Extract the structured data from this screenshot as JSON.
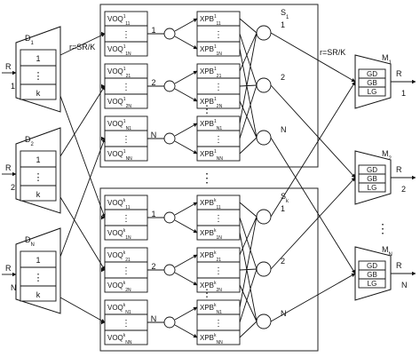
{
  "rate_label_in": "r=SR/K",
  "rate_label_out": "r=SR/K",
  "vdots": "⋮",
  "hdots": "⋯",
  "inputs": [
    {
      "name_main": "D",
      "name_sub": "1",
      "rate": "R",
      "port": "1",
      "slots": [
        "1",
        "⋮",
        "k"
      ]
    },
    {
      "name_main": "D",
      "name_sub": "2",
      "rate": "R",
      "port": "2",
      "slots": [
        "1",
        "⋮",
        "k"
      ]
    },
    {
      "name_main": "D",
      "name_sub": "N",
      "rate": "R",
      "port": "N",
      "slots": [
        "1",
        "⋮",
        "k"
      ]
    }
  ],
  "planes": [
    {
      "name_main": "S",
      "name_sub": "1",
      "groups": [
        {
          "port": "1",
          "voq_top": [
            "VOQ",
            "1",
            "11"
          ],
          "voq_bot": [
            "VOQ",
            "1",
            "1N"
          ],
          "xpb_top": [
            "XPB",
            "1",
            "11"
          ],
          "xpb_bot": [
            "XPB",
            "1",
            "1N"
          ]
        },
        {
          "port": "2",
          "voq_top": [
            "VOQ",
            "1",
            "21"
          ],
          "voq_bot": [
            "VOQ",
            "1",
            "2N"
          ],
          "xpb_top": [
            "XPB",
            "1",
            "21"
          ],
          "xpb_bot": [
            "XPB",
            "1",
            "2N"
          ]
        },
        {
          "port": "N",
          "voq_top": [
            "VOQ",
            "1",
            "N1"
          ],
          "voq_bot": [
            "VOQ",
            "1",
            "NN"
          ],
          "xpb_top": [
            "XPB",
            "1",
            "N1"
          ],
          "xpb_bot": [
            "XPB",
            "1",
            "NN"
          ]
        }
      ],
      "out_ports": [
        "1",
        "2",
        "N"
      ]
    },
    {
      "name_main": "S",
      "name_sub": "k",
      "groups": [
        {
          "port": "1",
          "voq_top": [
            "VOQ",
            "k",
            "11"
          ],
          "voq_bot": [
            "VOQ",
            "k",
            "1N"
          ],
          "xpb_top": [
            "XPB",
            "k",
            "11"
          ],
          "xpb_bot": [
            "XPB",
            "k",
            "1N"
          ]
        },
        {
          "port": "2",
          "voq_top": [
            "VOQ",
            "k",
            "21"
          ],
          "voq_bot": [
            "VOQ",
            "k",
            "2N"
          ],
          "xpb_top": [
            "XPB",
            "k",
            "21"
          ],
          "xpb_bot": [
            "XPB",
            "k",
            "2N"
          ]
        },
        {
          "port": "N",
          "voq_top": [
            "VOQ",
            "k",
            "N1"
          ],
          "voq_bot": [
            "VOQ",
            "k",
            "NN"
          ],
          "xpb_top": [
            "XPB",
            "k",
            "N1"
          ],
          "xpb_bot": [
            "XPB",
            "k",
            "NN"
          ]
        }
      ],
      "out_ports": [
        "1",
        "2",
        "N"
      ]
    }
  ],
  "outputs": [
    {
      "name_main": "M",
      "name_sub": "1",
      "rate": "R",
      "port": "1",
      "slots": [
        "GD",
        "GB",
        "LG"
      ]
    },
    {
      "name_main": "M",
      "name_sub": "2",
      "rate": "R",
      "port": "2",
      "slots": [
        "GD",
        "GB",
        "LG"
      ]
    },
    {
      "name_main": "M",
      "name_sub": "N",
      "rate": "R",
      "port": "N",
      "slots": [
        "GD",
        "GB",
        "LG"
      ]
    }
  ]
}
